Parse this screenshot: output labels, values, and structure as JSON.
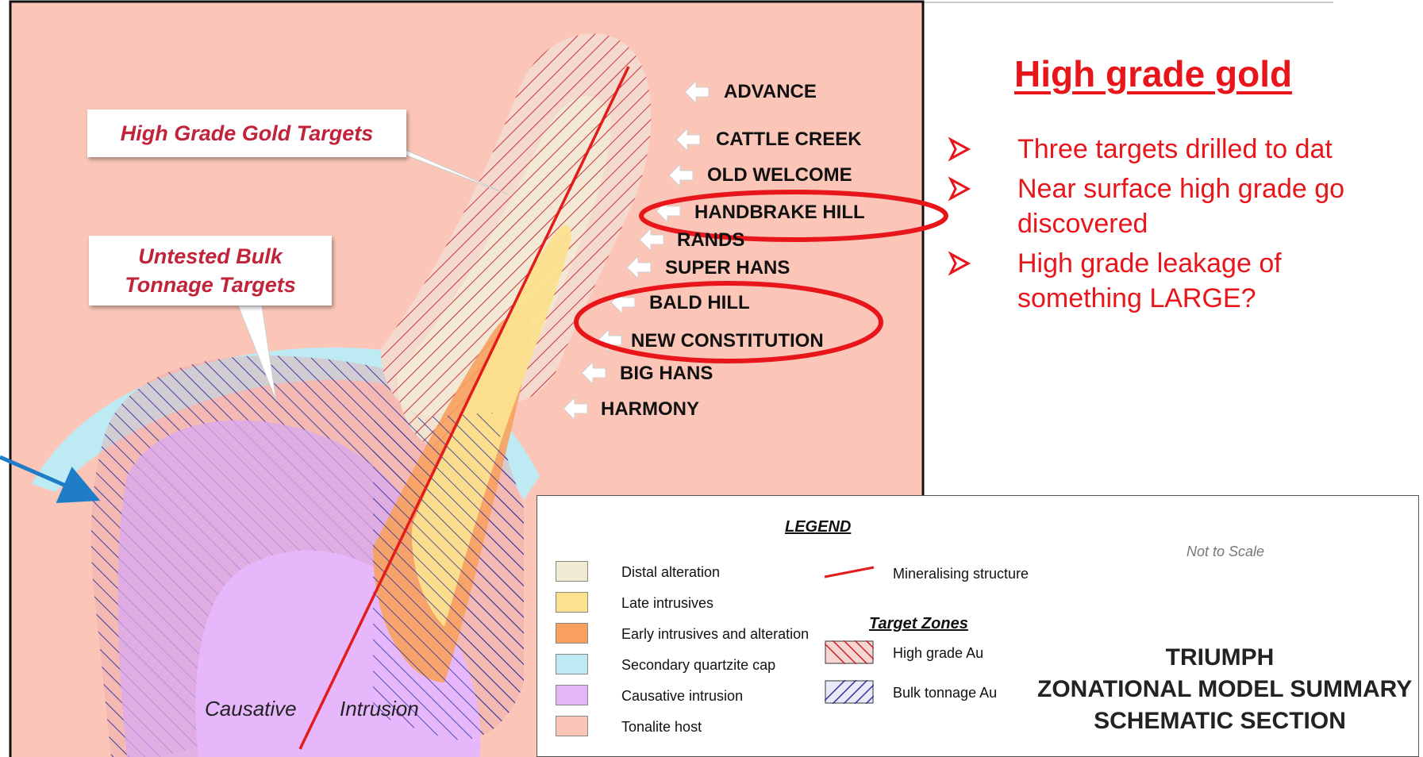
{
  "diagram": {
    "callouts": {
      "high_grade": "High Grade Gold Targets",
      "bulk_line1": "Untested Bulk",
      "bulk_line2": "Tonnage Targets"
    },
    "deposits": [
      "ADVANCE",
      "CATTLE CREEK",
      "OLD WELCOME",
      "HANDBRAKE HILL",
      "RANDS",
      "SUPER HANS",
      "BALD HILL",
      "NEW CONSTITUTION",
      "BIG HANS",
      "HARMONY"
    ],
    "intrusion_label": {
      "left": "Causative",
      "right": "Intrusion"
    }
  },
  "side_panel": {
    "title": "High grade gold",
    "bullets": [
      {
        "line1": "Three targets drilled to dat",
        "line2": ""
      },
      {
        "line1": "Near surface high grade go",
        "line2": "discovered"
      },
      {
        "line1": "High grade leakage of",
        "line2": "something LARGE?"
      }
    ]
  },
  "legend": {
    "title": "LEGEND",
    "not_to_scale": "Not to Scale",
    "items": [
      {
        "label": "Distal alteration",
        "color": "#f1ead3"
      },
      {
        "label": "Late intrusives",
        "color": "#fbe28f"
      },
      {
        "label": "Early intrusives and alteration",
        "color": "#f8a15e"
      },
      {
        "label": "Secondary quartzite cap",
        "color": "#bdeaf3"
      },
      {
        "label": "Causative intrusion",
        "color": "#e3b7f7"
      },
      {
        "label": "Tonalite host",
        "color": "#fbc6b8"
      }
    ],
    "mineralising_structure": "Mineralising structure",
    "target_zones_title": "Target Zones",
    "high_grade_au": "High grade Au",
    "bulk_tonnage_au": "Bulk tonnage Au",
    "summary": {
      "line1": "TRIUMPH",
      "line2": "ZONATIONAL MODEL SUMMARY",
      "line3": "SCHEMATIC SECTION"
    }
  },
  "colors": {
    "tonalite": "#fbc6b8",
    "quartzite": "#bdeaf3",
    "intrusion": "#e3b7f7",
    "distal": "#f1ead3",
    "late": "#fbe28f",
    "early": "#f8a15e",
    "structure": "#e21b1b",
    "highlight": "#e8151b",
    "arrow": "#1f7cc7"
  }
}
